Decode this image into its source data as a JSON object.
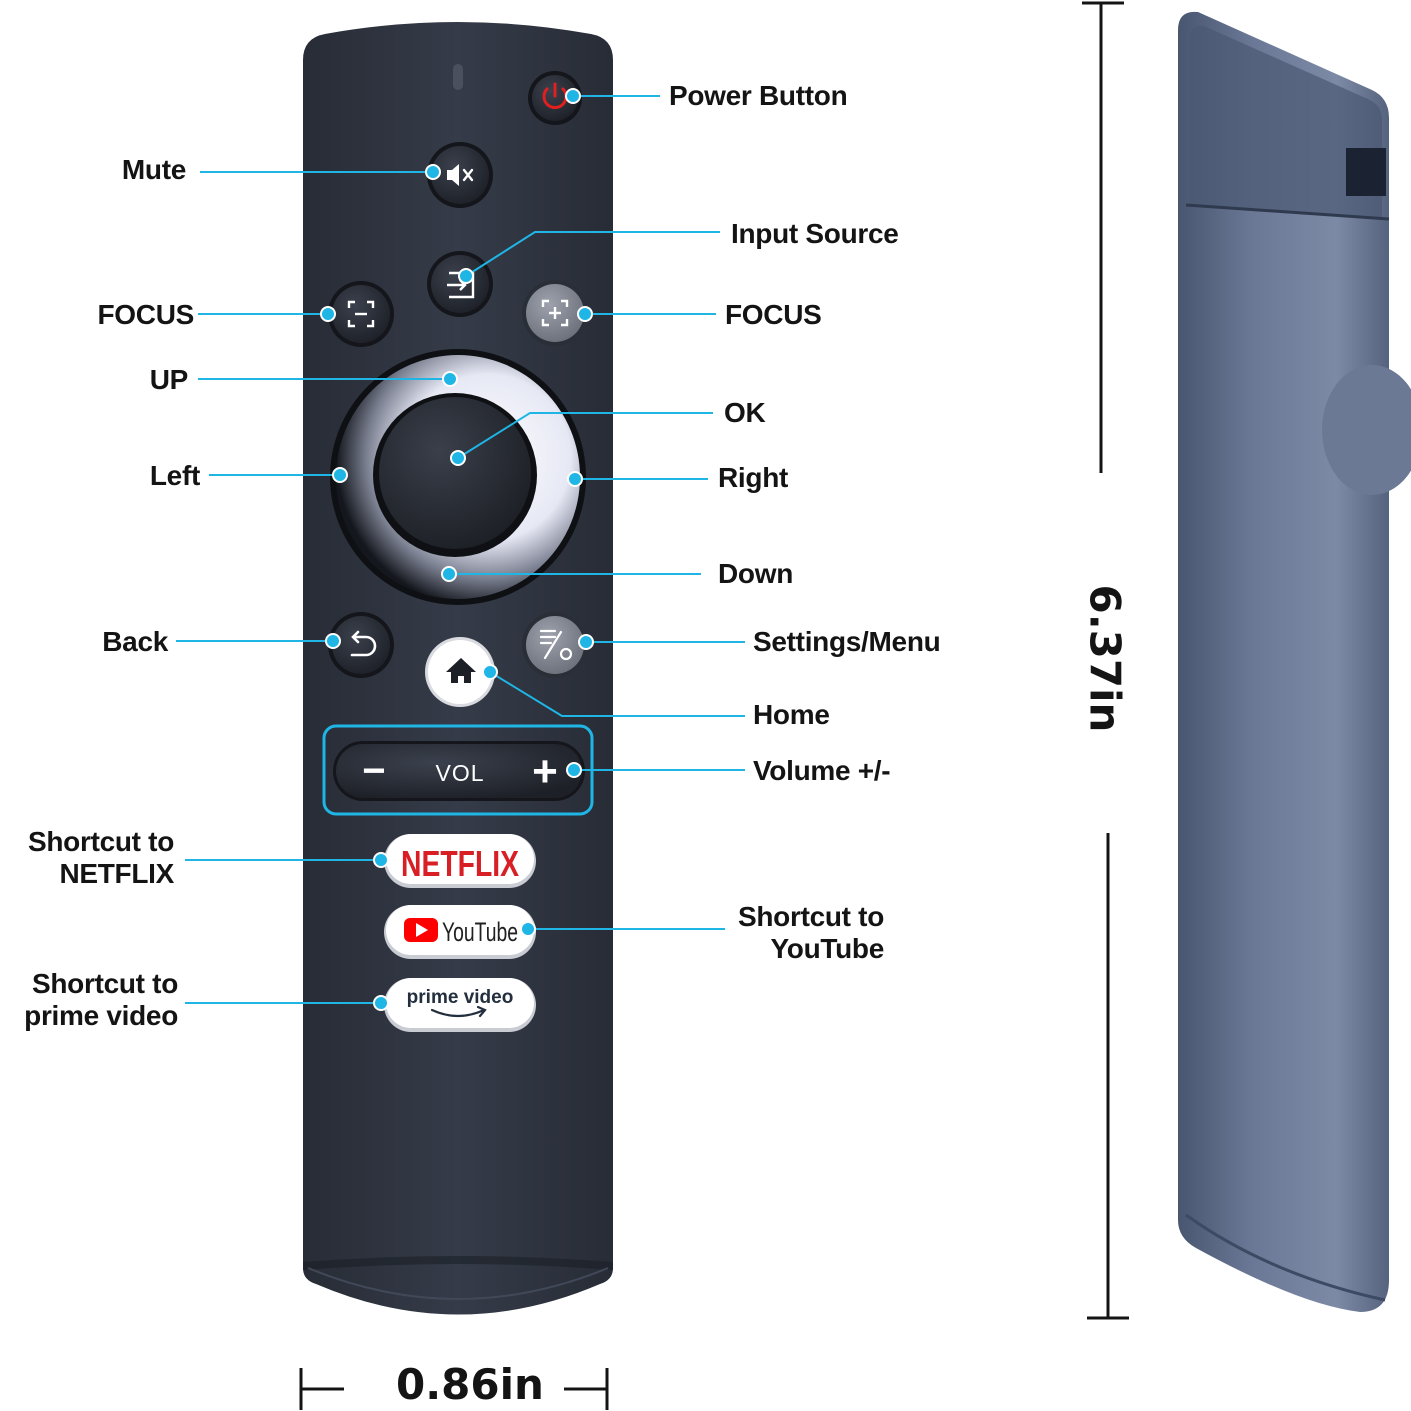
{
  "labels": {
    "power": "Power Button",
    "mute": "Mute",
    "input_source": "Input Source",
    "focus_left": "FOCUS",
    "focus_right": "FOCUS",
    "up": "UP",
    "ok": "OK",
    "left": "Left",
    "right": "Right",
    "down": "Down",
    "back": "Back",
    "settings": "Settings/Menu",
    "home": "Home",
    "volume": "Volume +/-",
    "netflix_line1": "Shortcut to",
    "netflix_line2": "NETFLIX",
    "youtube_line1": "Shortcut to",
    "youtube_line2": "YouTube",
    "prime_line1": "Shortcut to",
    "prime_line2": "prime video"
  },
  "buttons": {
    "vol_text": "VOL",
    "vol_minus": "−",
    "vol_plus": "+",
    "netflix": "NETFLIX",
    "youtube": "YouTube",
    "prime": "prime video"
  },
  "dimensions": {
    "width": "0.86in",
    "height": "6.37in"
  },
  "colors": {
    "remote_body": "#2e3440",
    "accent_cyan": "#1fb6e6",
    "power_red": "#e02020",
    "netflix_red": "#d81f26",
    "youtube_red": "#ff0000",
    "side_body": "#5f6f8c"
  },
  "icons": [
    "power-icon",
    "mute-icon",
    "input-source-icon",
    "focus-minus-icon",
    "focus-plus-icon",
    "back-icon",
    "settings-icon",
    "home-icon"
  ]
}
